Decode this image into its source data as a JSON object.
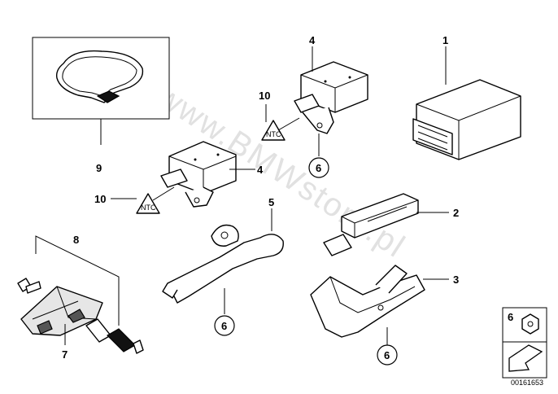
{
  "watermark": "www.BMWstore.pl",
  "diagram_code": "00161653",
  "callouts": {
    "c1": "1",
    "c2": "2",
    "c3": "3",
    "c4a": "4",
    "c4b": "4",
    "c5": "5",
    "c6_top": "6",
    "c6_bracket": "6",
    "c6_holder": "6",
    "c6_legend": "6",
    "c7": "7",
    "c8": "8",
    "c9": "9",
    "c10a": "10",
    "c10b": "10"
  },
  "warning_label_text": "NTC",
  "colors": {
    "line": "#000000",
    "watermark": "#c9c9c9",
    "fill": "#ffffff"
  }
}
